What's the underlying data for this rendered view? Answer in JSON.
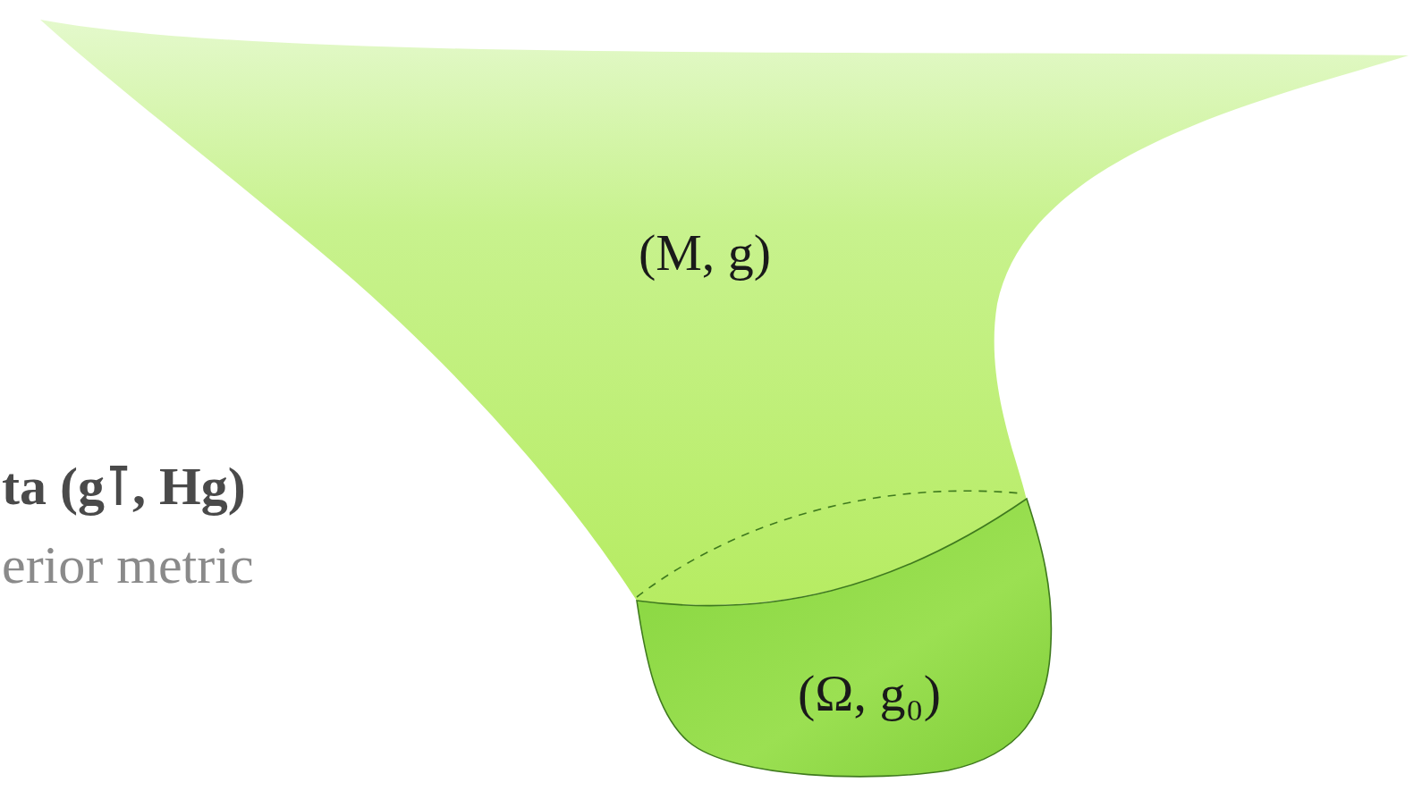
{
  "diagram": {
    "nodes": [
      {
        "text": [
          "(M, g)"
        ]
      },
      {
        "text": [
          "(Ω, g₀)"
        ]
      }
    ],
    "labels": [
      "ta (g⊺, Hg)",
      "erior metric"
    ]
  }
}
